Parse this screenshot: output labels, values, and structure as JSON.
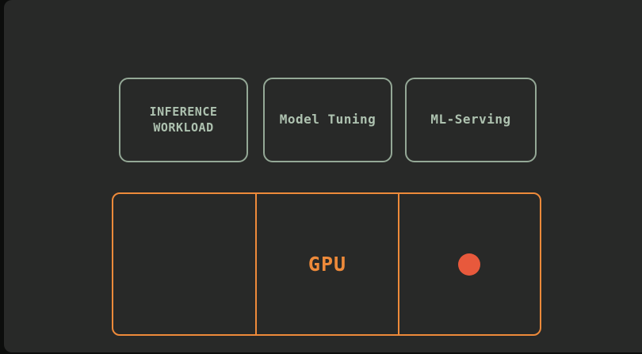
{
  "colors": {
    "background": "#0c0d0c",
    "panel": "#282928",
    "sage_border": "#94a896",
    "sage_text": "#aec2b0",
    "orange": "#ee8a3a",
    "dot": "#e8593c"
  },
  "workload_boxes": [
    {
      "label": "INFERENCE WORKLOAD"
    },
    {
      "label": "Model Tuning"
    },
    {
      "label": "ML-Serving"
    }
  ],
  "resource_strip": {
    "cells": [
      {
        "label": ""
      },
      {
        "label": "GPU"
      },
      {
        "label": "",
        "indicator": "status-dot"
      }
    ]
  }
}
